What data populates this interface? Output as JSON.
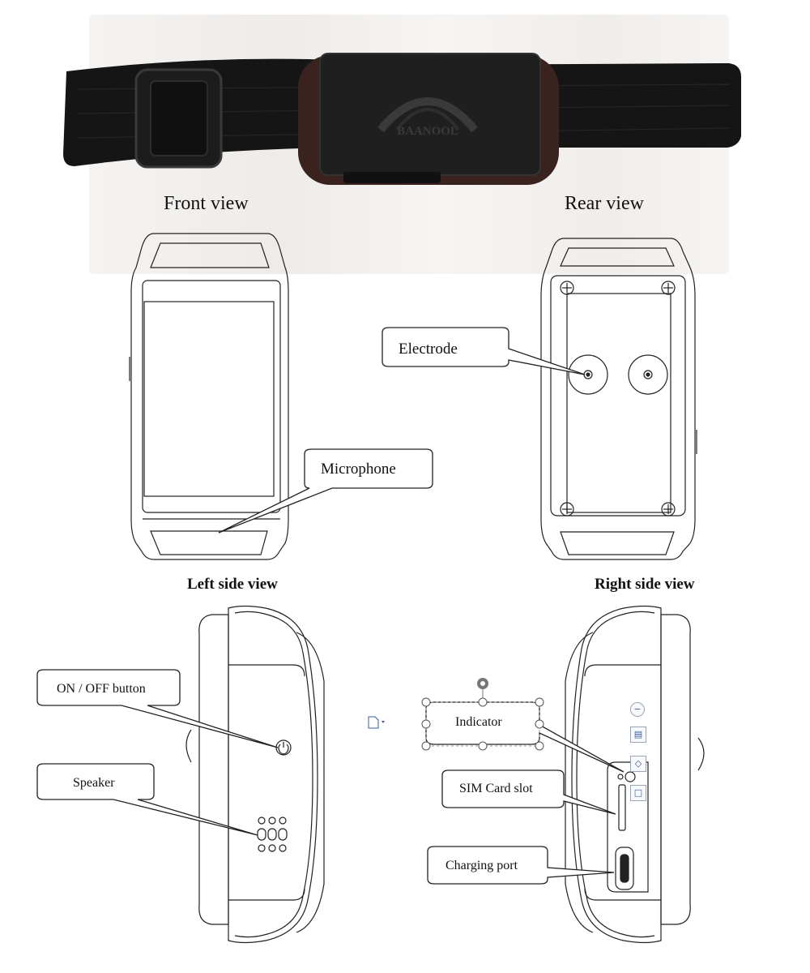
{
  "views": {
    "front": "Front view",
    "rear": "Rear view",
    "left_side": "Left side view",
    "right_side": "Right side view"
  },
  "callouts": {
    "microphone": "Microphone",
    "electrode": "Electrode",
    "on_off_button": "ON / OFF button",
    "speaker": "Speaker",
    "indicator": "Indicator",
    "sim_card_slot": "SIM Card slot",
    "charging_port": "Charging port"
  },
  "product": {
    "brand_mark": "BAANOOL"
  },
  "editor_overlay": {
    "icons": [
      "rotate-handle-icon",
      "document-icon",
      "zoom-out-icon",
      "layout-options-icon",
      "fill-icon",
      "outline-icon"
    ]
  },
  "colors": {
    "line": "#222222",
    "strap": "#141414",
    "device_body": "#2a2a2a",
    "device_trim": "#4a2a22",
    "editor_accent": "#3b5c9a"
  }
}
